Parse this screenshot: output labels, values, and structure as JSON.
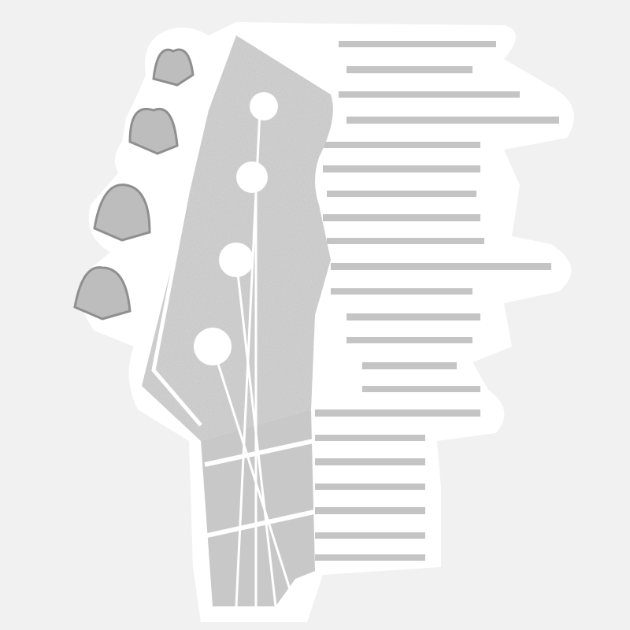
{
  "image": {
    "subject": "bass-guitar-headstock-sticker",
    "colors": {
      "background": "#f1f1f1",
      "sticker": "#ffffff",
      "ink_light": "#d9d9d9",
      "ink_mid": "#bdbdbd",
      "ink_dark": "#8f8f8f"
    },
    "tuner_count": 4,
    "string_count": 4
  }
}
